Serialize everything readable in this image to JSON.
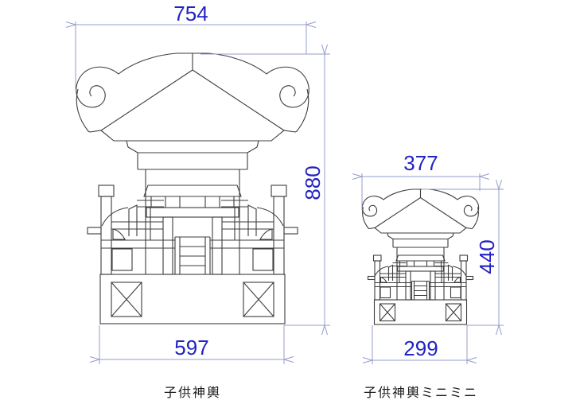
{
  "drawing": {
    "title_labels": {
      "large_caption": "子供神輿",
      "mini_caption": "子供神輿ミニミニ"
    },
    "colors": {
      "background": "#ffffff",
      "drawing_line": "#3d3d3d",
      "dimension_line": "#959cc9",
      "dimension_text": "#2222c3",
      "caption_text": "#1c1c1c"
    },
    "items": [
      {
        "name": "kodomo-mikoshi",
        "label": "子供神輿",
        "width_top": "754",
        "height": "880",
        "width_base": "597"
      },
      {
        "name": "kodomo-mikoshi-minimini",
        "label": "子供神輿ミニミニ",
        "width_top": "377",
        "height": "440",
        "width_base": "299"
      }
    ]
  }
}
